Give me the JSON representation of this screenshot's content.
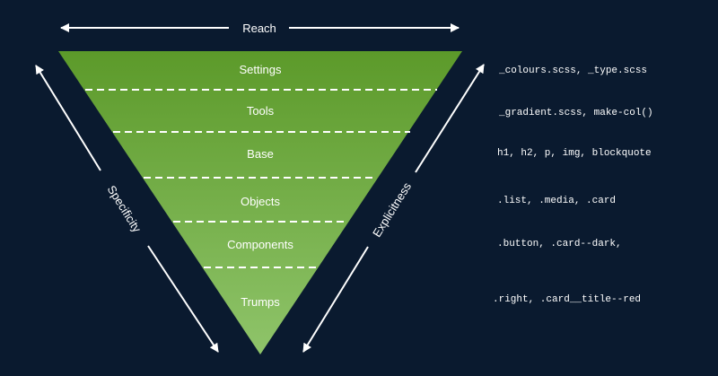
{
  "diagram": {
    "top_label": "Reach",
    "left_label": "Specificity",
    "right_label": "Explicitness",
    "layers": [
      {
        "label": "Settings",
        "example": "_colours.scss, _type.scss"
      },
      {
        "label": "Tools",
        "example": "_gradient.scss, make-col()"
      },
      {
        "label": "Base",
        "example": "h1, h2, p, img, blockquote"
      },
      {
        "label": "Objects",
        "example": ".list, .media, .card"
      },
      {
        "label": "Components",
        "example": ".button, .card--dark,"
      },
      {
        "label": "Trumps",
        "example": ".right, .card__title--red"
      }
    ]
  },
  "colors": {
    "background": "#0a1a2f",
    "triangle_top": "#5c9a2a",
    "triangle_bottom": "#8fc46a",
    "text": "#ffffff"
  }
}
